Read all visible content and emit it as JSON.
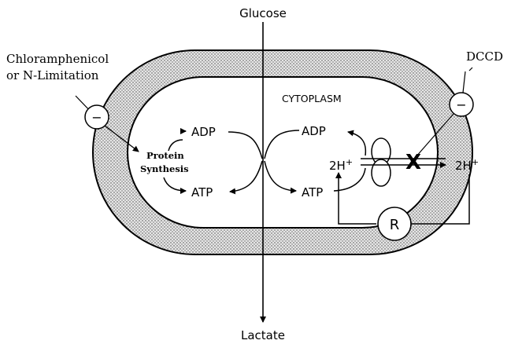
{
  "labels": {
    "glucose": "Glucose",
    "lactate": "Lactate",
    "inhibitor_line1": "Chloramphenicol",
    "inhibitor_line2": "or N-Limitation",
    "dccd": "DCCD",
    "cytoplasm": "CYTOPLASM",
    "adp_left": "ADP",
    "atp_left": "ATP",
    "adp_right": "ADP",
    "atp_right": "ATP",
    "protein_line1": "Protein",
    "protein_line2": "Synthesis",
    "proton_inside": "2H",
    "proton_outside": "2H",
    "proton_charge": "+",
    "minus_left": "−",
    "minus_right": "−",
    "block_mark": "X",
    "r_label": "R"
  }
}
